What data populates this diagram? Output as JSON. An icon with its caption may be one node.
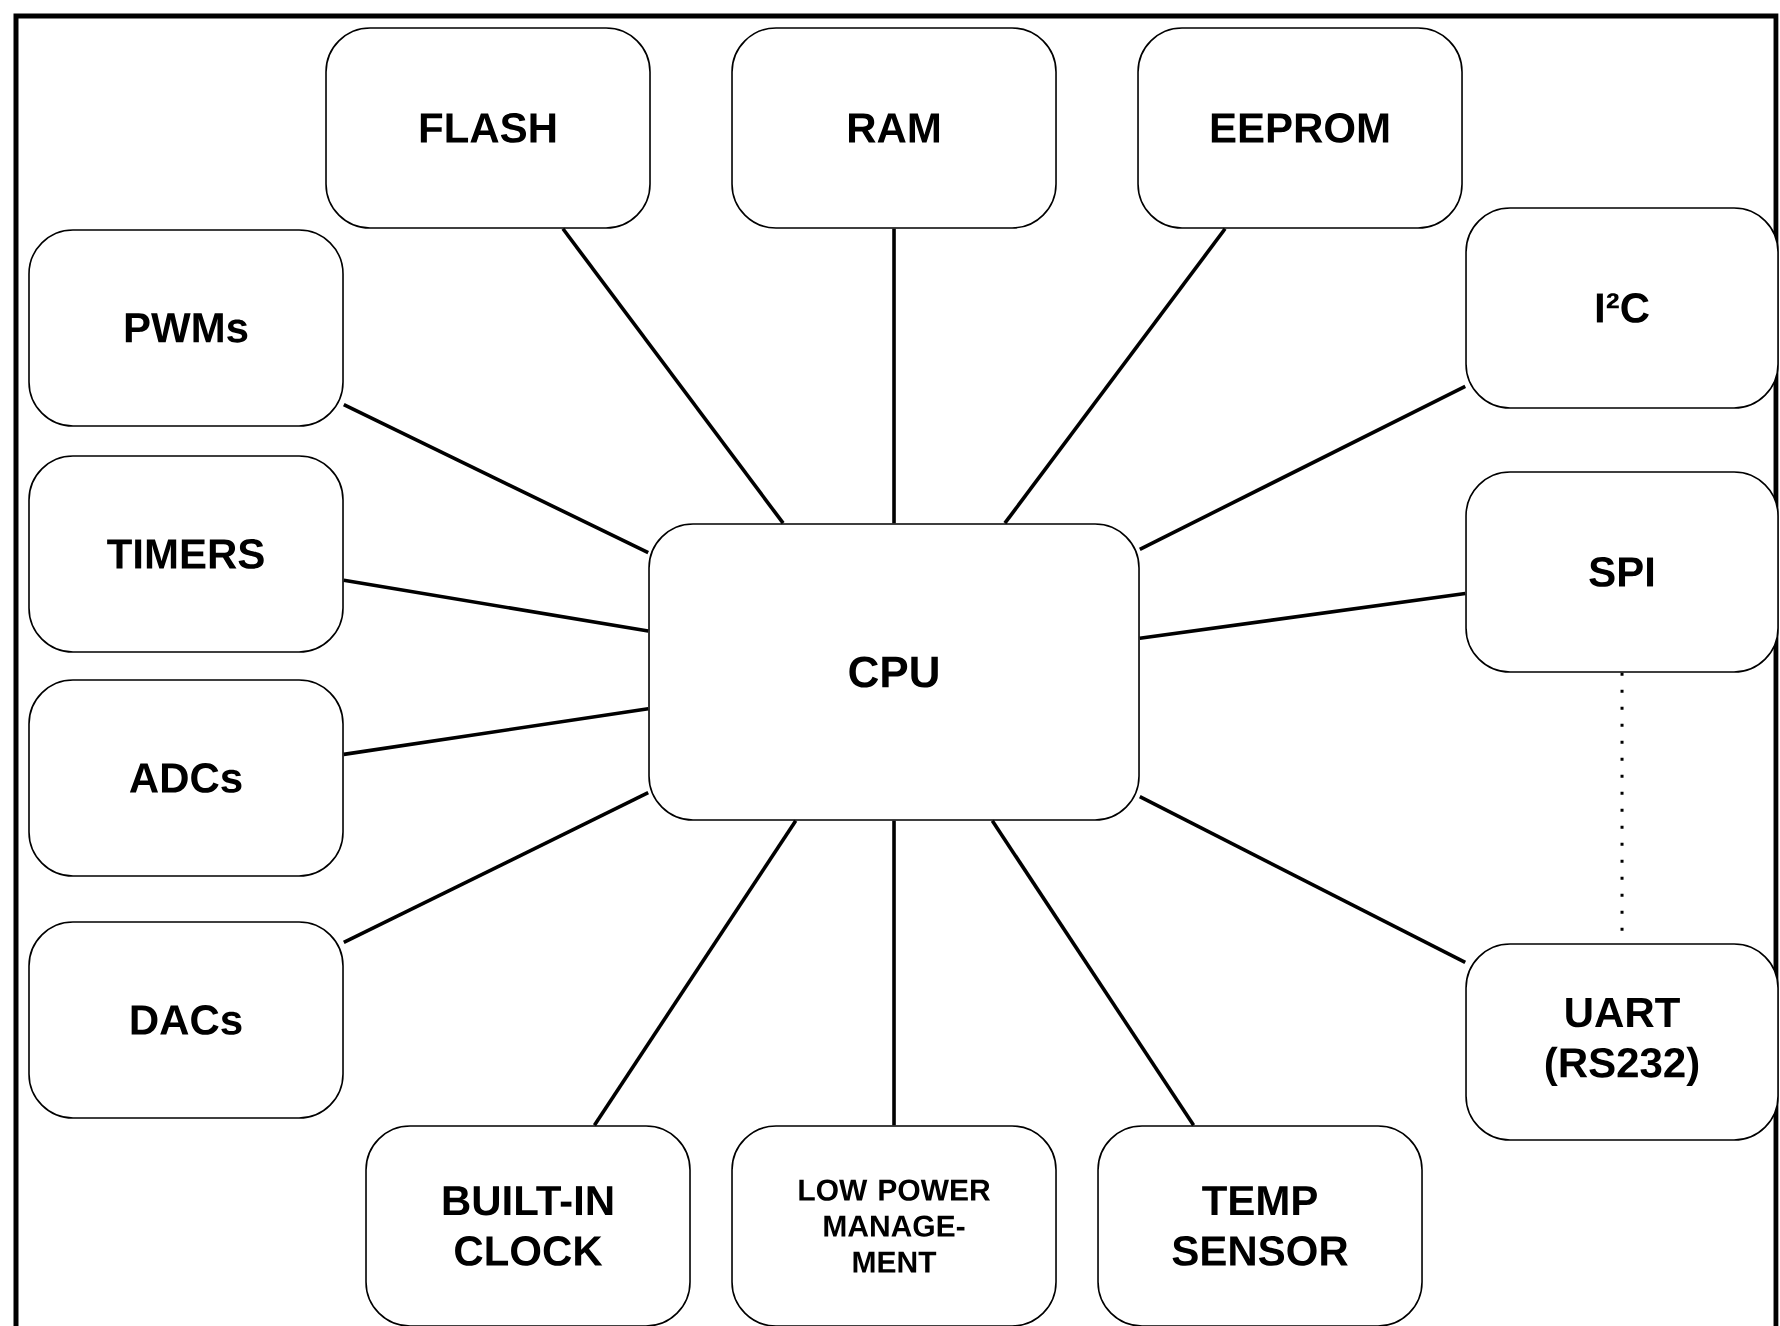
{
  "diagram": {
    "nodes": [
      {
        "text": [
          "FLASH"
        ]
      },
      {
        "text": [
          "RAM"
        ]
      },
      {
        "text": [
          "EEPROM"
        ]
      },
      {
        "text": [
          "PWMs"
        ]
      },
      {
        "text": [
          "I²C"
        ]
      },
      {
        "text": [
          "TIMERS"
        ]
      },
      {
        "text": [
          "SPI"
        ]
      },
      {
        "text": [
          "CPU"
        ]
      },
      {
        "text": [
          "ADCs"
        ]
      },
      {
        "text": [
          "DACs"
        ]
      },
      {
        "text": [
          "UART (RS232)"
        ]
      },
      {
        "text": [
          "BUILT-IN CLOCK"
        ]
      },
      {
        "text": [
          "LOW POWER MANAGE- MENT"
        ]
      },
      {
        "text": [
          "TEMP SENSOR"
        ]
      }
    ],
    "edges": [
      {
        "from": 7,
        "to": 0,
        "arrow": "none"
      },
      {
        "from": 7,
        "to": 1,
        "arrow": "none"
      },
      {
        "from": 7,
        "to": 2,
        "arrow": "none"
      },
      {
        "from": 7,
        "to": 3,
        "arrow": "none"
      },
      {
        "from": 7,
        "to": 4,
        "arrow": "none"
      },
      {
        "from": 7,
        "to": 5,
        "arrow": "none"
      },
      {
        "from": 7,
        "to": 6,
        "arrow": "none"
      },
      {
        "from": 7,
        "to": 8,
        "arrow": "none"
      },
      {
        "from": 7,
        "to": 9,
        "arrow": "none"
      },
      {
        "from": 7,
        "to": 10,
        "arrow": "none"
      },
      {
        "from": 7,
        "to": 11,
        "arrow": "none"
      },
      {
        "from": 7,
        "to": 12,
        "arrow": "none"
      },
      {
        "from": 7,
        "to": 13,
        "arrow": "none"
      },
      {
        "from": 6,
        "to": 10,
        "arrow": "none",
        "style": "dashed"
      }
    ]
  }
}
